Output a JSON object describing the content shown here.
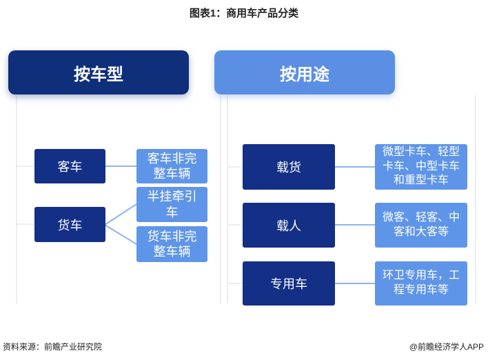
{
  "title": "图表1：商用车产品分类",
  "left": {
    "header": "按车型",
    "groups": [
      {
        "name": "客车",
        "children": [
          "客车非完\n整车辆"
        ]
      },
      {
        "name": "货车",
        "children": [
          "半挂牵引\n车",
          "货车非完\n整车辆"
        ]
      }
    ]
  },
  "right": {
    "header": "按用途",
    "groups": [
      {
        "name": "载货",
        "child": "微型卡车、轻型\n卡车、中型卡车\n和重型卡车"
      },
      {
        "name": "载人",
        "child": "微客、轻客、中\n客和大客等"
      },
      {
        "name": "专用车",
        "child": "环卫专用车，工\n程专用车等"
      }
    ]
  },
  "footer": {
    "source": "资料来源：前瞻产业研究院",
    "brand": "@前瞻经济学人APP"
  },
  "colors": {
    "dark_blue": "#132f86",
    "light_blue": "#5f95e8",
    "connector_gray": "#dddddd",
    "connector_blue": "#8fb4ee"
  }
}
